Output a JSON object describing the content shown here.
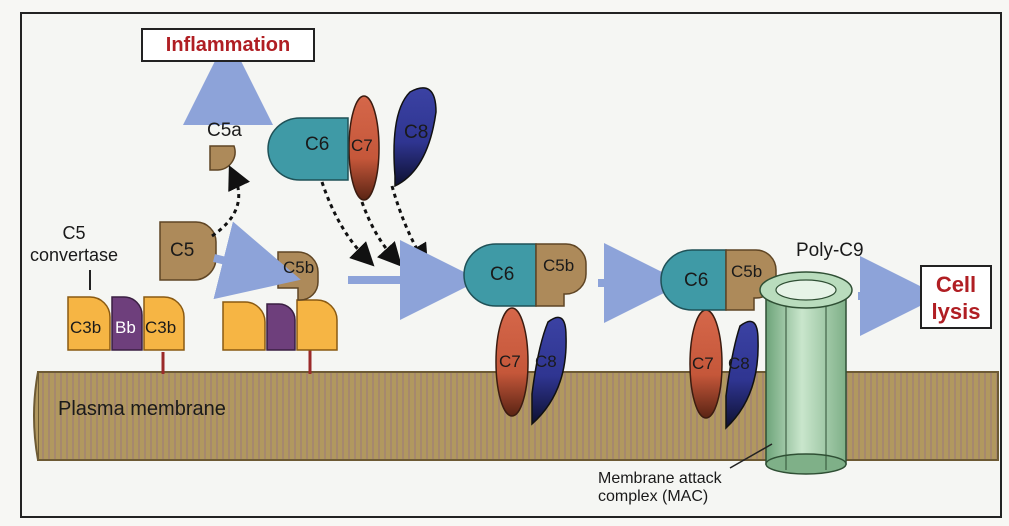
{
  "labels": {
    "inflammation": "Inflammation",
    "cell_lysis_line1": "Cell",
    "cell_lysis_line2": "lysis",
    "c5a": "C5a",
    "c5_convertase_line1": "C5",
    "c5_convertase_line2": "convertase",
    "c5": "C5",
    "c5b": "C5b",
    "c3b": "C3b",
    "bb": "Bb",
    "c6": "C6",
    "c7": "C7",
    "c8": "C8",
    "poly_c9": "Poly-C9",
    "plasma_membrane": "Plasma membrane",
    "mac_line1": "Membrane attack",
    "mac_line2": "complex (MAC)"
  },
  "colors": {
    "membrane": "#b1985f",
    "membrane_stripe": "#9c6f86",
    "c3b": "#f6b544",
    "bb": "#6e3f7c",
    "c5": "#ad8a5a",
    "c6": "#3f9aa6",
    "c7": "#c5573a",
    "c8": "#2f3591",
    "c9": "#9cc7a2",
    "arrow": "#8da3d9",
    "accent_red": "#b01e23"
  }
}
